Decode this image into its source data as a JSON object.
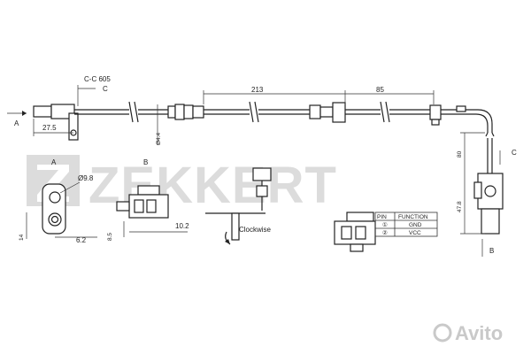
{
  "brand": {
    "name": "ZEKKERT",
    "watermark": "Avito",
    "brand_color": "#d9d9d9"
  },
  "section_ref": {
    "label": "C-C 605",
    "marker": "C"
  },
  "view_labels": {
    "a_left": "A",
    "a_detail": "A",
    "b_detail": "B",
    "b_right": "B",
    "c_right": "C"
  },
  "dimensions": {
    "d213": "213",
    "d85": "85",
    "d27_5": "27.5",
    "dia4_4": "Ø4.4",
    "d80": "80",
    "d47_8": "47.8",
    "dia9_8": "Ø9.8",
    "d14": "14",
    "d6_2": "6.2",
    "d8_5": "8.5",
    "d10_2": "10.2"
  },
  "rotation_label": "Clockwise",
  "pin_table": {
    "headers": [
      "PIN",
      "FUNCTION"
    ],
    "rows": [
      {
        "pin": "①",
        "function": "GND"
      },
      {
        "pin": "②",
        "function": "VCC"
      }
    ]
  }
}
